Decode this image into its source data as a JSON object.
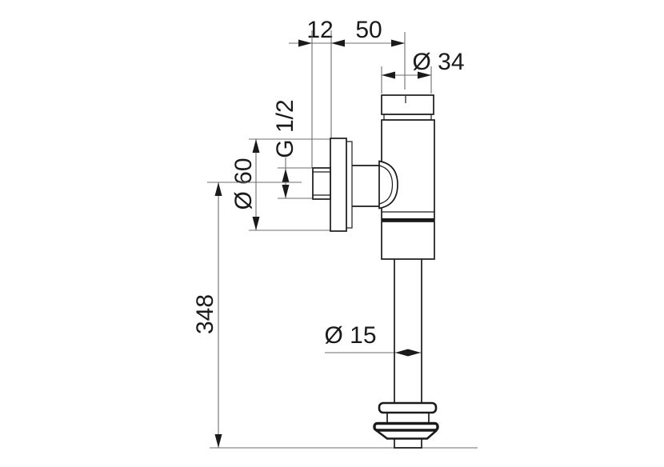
{
  "drawing": {
    "title": "flush-valve-technical-drawing",
    "labels": {
      "flange_thickness": "12",
      "wall_to_valve_center": "50",
      "valve_body_diameter": "Ø 34",
      "inlet_thread": "G 1/2",
      "wall_flange_diameter": "Ø 60",
      "installation_height": "348",
      "outlet_pipe_diameter": "Ø 15"
    },
    "colors": {
      "outline": "#1a1a1a",
      "dimension_line": "#6e6e6e",
      "text": "#1a1a1a",
      "background": "#ffffff"
    }
  }
}
